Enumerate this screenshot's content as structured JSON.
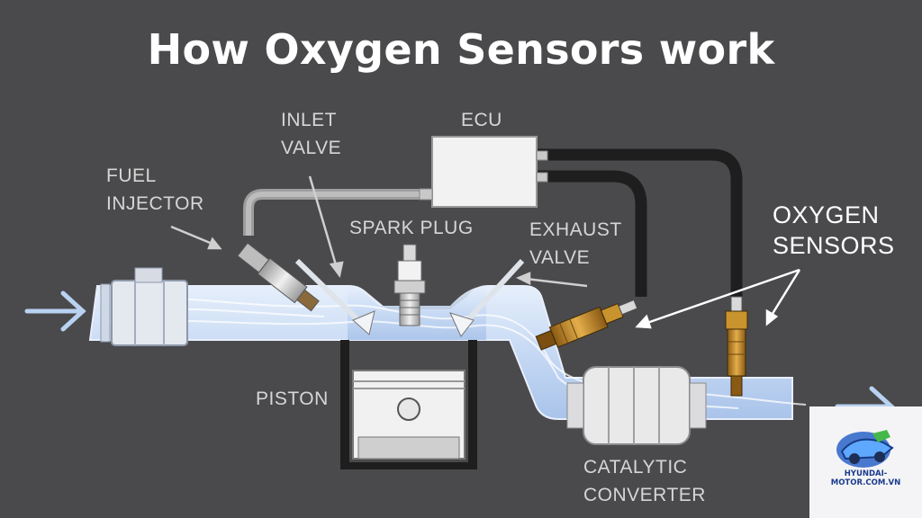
{
  "title": "How Oxygen Sensors work",
  "labels": {
    "fuel_injector": [
      "FUEL",
      "INJECTOR"
    ],
    "inlet_valve": [
      "INLET",
      "VALVE"
    ],
    "ecu": "ECU",
    "spark_plug": "SPARK PLUG",
    "exhaust_valve": [
      "EXHAUST",
      "VALVE"
    ],
    "oxygen_sensors": [
      "OXYGEN",
      "SENSORS"
    ],
    "piston": "PISTON",
    "catalytic_converter": [
      "CATALYTIC",
      "CONVERTER"
    ]
  },
  "watermark": {
    "text": "HYUNDAI-MOTOR.COM.VN"
  },
  "colors": {
    "background": "#4a4a4c",
    "pipe_fill": "#cfe0f7",
    "wire": "#1e1e1e",
    "sensor": "#c9932e",
    "arrow": "#b9d2f2"
  }
}
